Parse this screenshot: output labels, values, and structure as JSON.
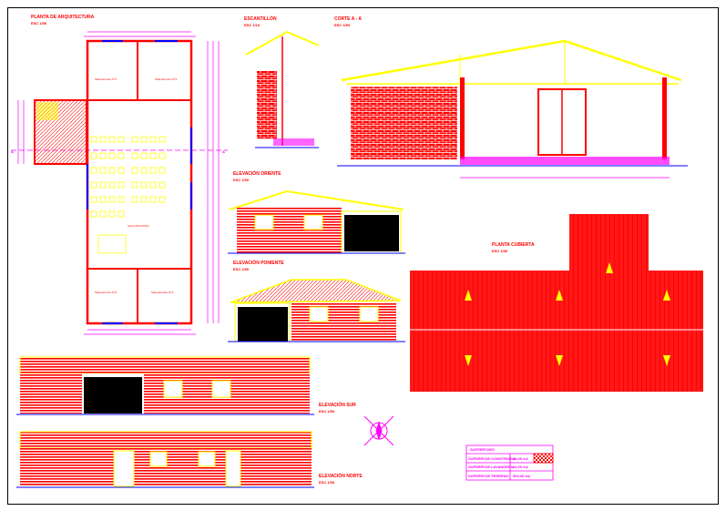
{
  "sheet": {
    "plan": {
      "title": "PLANTA DE ARQUITECTURA",
      "scale": "ESC 1/50",
      "room_main": "SALA MULTIUSO",
      "room_1": "Sala Atención Nº1",
      "room_2": "Sala Atención Nº2",
      "room_3": "Sala Atención Nº3",
      "room_4": "Sala Atención Nº4",
      "section_mark": "A"
    },
    "escantillon": {
      "title": "ESCANTILLÓN",
      "scale": "ESC 1/10"
    },
    "section": {
      "title": "CORTE A - A",
      "scale": "ESC 1/50"
    },
    "elev_east": {
      "title": "ELEVACIÓN ORIENTE",
      "scale": "ESC 1/50"
    },
    "elev_west": {
      "title": "ELEVACIÓN PONIENTE",
      "scale": "ESC 1/50"
    },
    "roof_plan": {
      "title": "PLANTA CUBIERTA",
      "scale": "ESC 1/50"
    },
    "elev_south": {
      "title": "ELEVACIÓN SUR",
      "scale": "ESC 1/50"
    },
    "elev_north": {
      "title": "ELEVACIÓN NORTE",
      "scale": "ESC 1/50"
    },
    "areas": {
      "header": "SUPERFICIES",
      "rows": [
        {
          "label": "SUPERFICIE CONSTRUIDA",
          "value": "96,00 m2"
        },
        {
          "label": "SUPERFICIE LAVANDERIA",
          "value": "12,00 m2"
        },
        {
          "label": "SUPERFICIE TERRENO",
          "value": "500,00 m2"
        }
      ]
    }
  },
  "colors": {
    "wall": "#ff0000",
    "dim": "#ff00ff",
    "roof": "#ffff00",
    "ground": "#0000ff"
  }
}
